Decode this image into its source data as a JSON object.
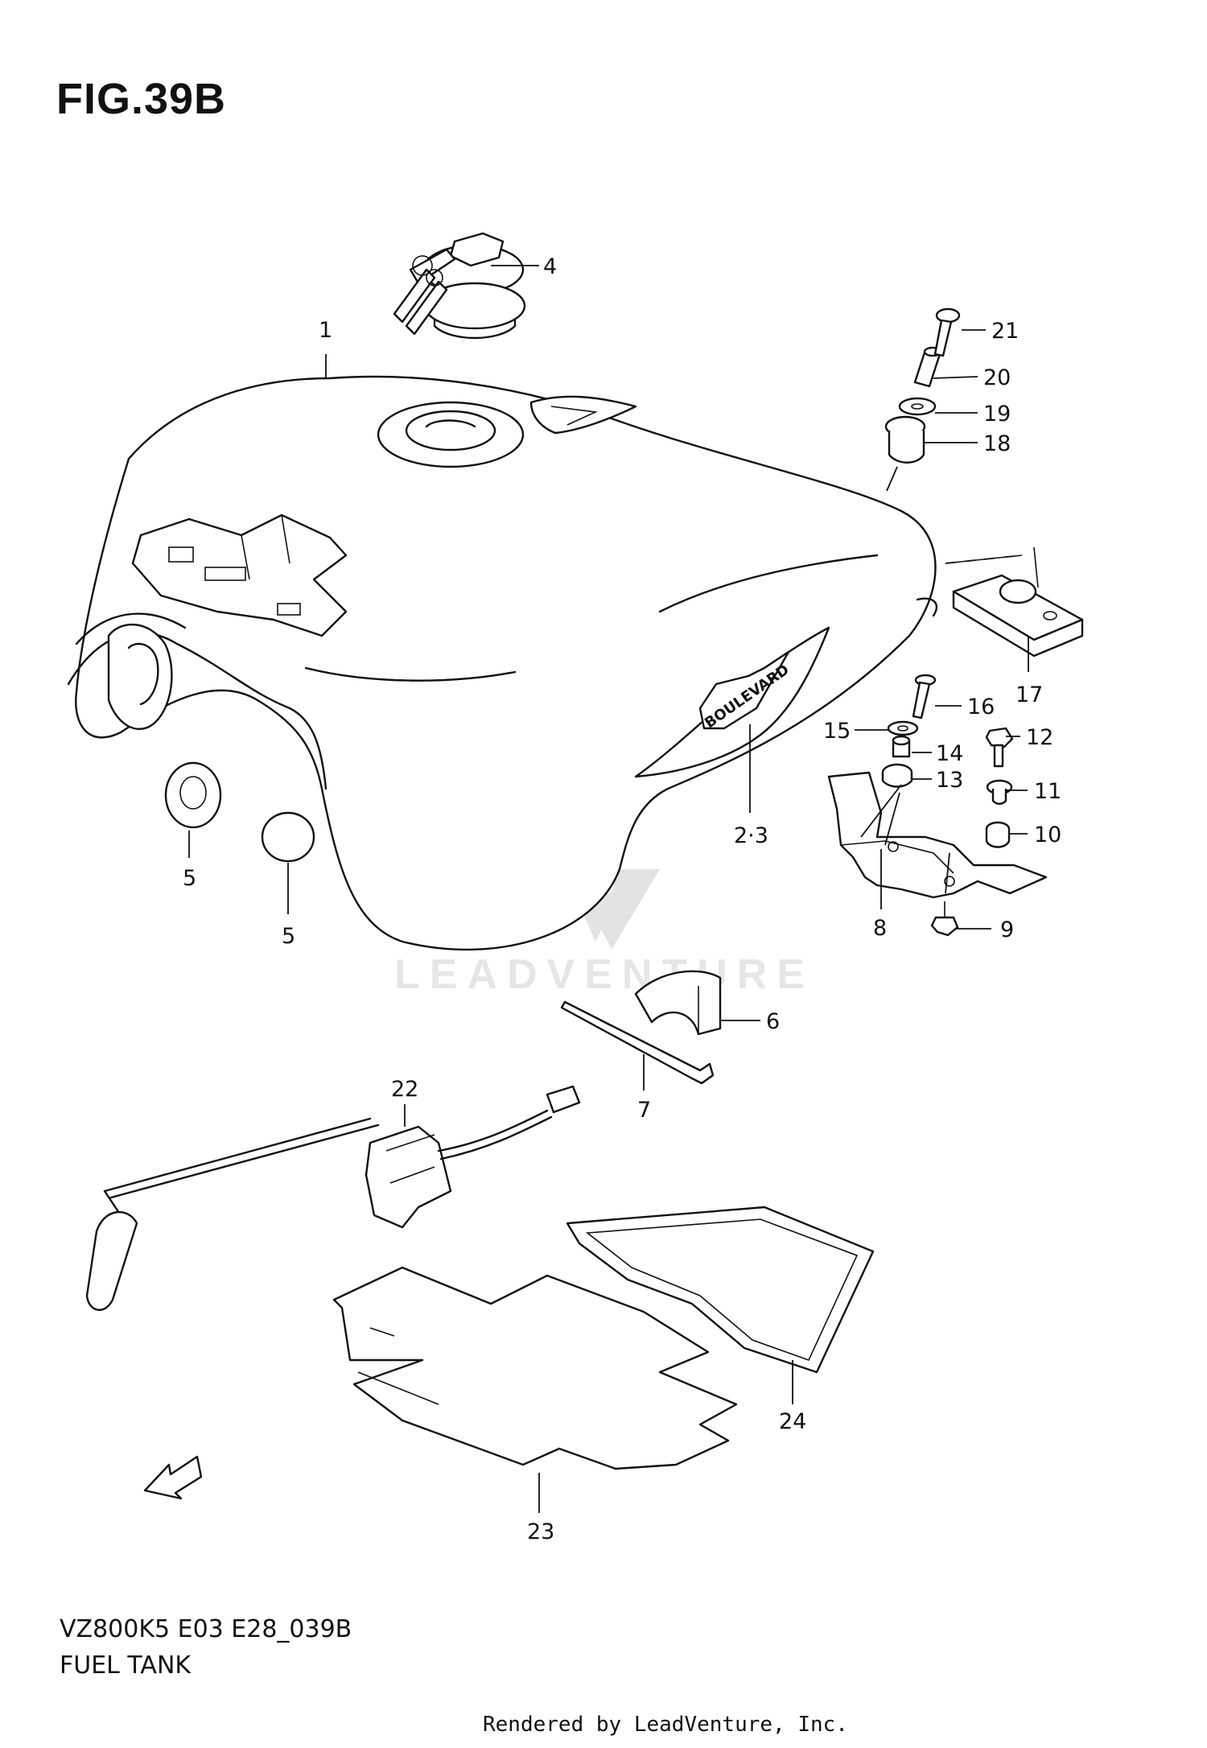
{
  "figure": {
    "title": "FIG.39B",
    "model_code": "VZ800K5 E03 E28_039B",
    "name": "FUEL TANK",
    "rendered_by": "Rendered by LeadVenture, Inc.",
    "watermark": "LEADVENTURE",
    "direction_label": "FWD"
  },
  "callouts": [
    {
      "id": "c1",
      "label": "1"
    },
    {
      "id": "c23a",
      "label": "2·3"
    },
    {
      "id": "c4",
      "label": "4"
    },
    {
      "id": "c5a",
      "label": "5"
    },
    {
      "id": "c5b",
      "label": "5"
    },
    {
      "id": "c6",
      "label": "6"
    },
    {
      "id": "c7",
      "label": "7"
    },
    {
      "id": "c8",
      "label": "8"
    },
    {
      "id": "c9",
      "label": "9"
    },
    {
      "id": "c10",
      "label": "10"
    },
    {
      "id": "c11",
      "label": "11"
    },
    {
      "id": "c12",
      "label": "12"
    },
    {
      "id": "c13",
      "label": "13"
    },
    {
      "id": "c14",
      "label": "14"
    },
    {
      "id": "c15",
      "label": "15"
    },
    {
      "id": "c16",
      "label": "16"
    },
    {
      "id": "c17",
      "label": "17"
    },
    {
      "id": "c18",
      "label": "18"
    },
    {
      "id": "c19",
      "label": "19"
    },
    {
      "id": "c20",
      "label": "20"
    },
    {
      "id": "c21",
      "label": "21"
    },
    {
      "id": "c22",
      "label": "22"
    },
    {
      "id": "c23",
      "label": "23"
    },
    {
      "id": "c24",
      "label": "24"
    }
  ],
  "colors": {
    "line": "#111111",
    "watermark": "#e3e3e3",
    "background": "#ffffff"
  }
}
